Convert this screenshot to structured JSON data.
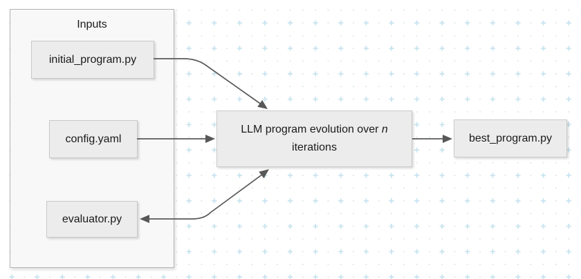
{
  "diagram": {
    "inputs": {
      "label": "Inputs",
      "items": [
        {
          "label": "initial_program.py"
        },
        {
          "label": "config.yaml"
        },
        {
          "label": "evaluator.py"
        }
      ]
    },
    "process": {
      "label_prefix": "LLM program evolution over ",
      "label_var": "n",
      "label_suffix": " iterations"
    },
    "output": {
      "label": "best_program.py"
    },
    "connections": [
      {
        "from": "initial_program.py",
        "to": "LLM program evolution over n iterations",
        "direction": "one-way"
      },
      {
        "from": "config.yaml",
        "to": "LLM program evolution over n iterations",
        "direction": "one-way"
      },
      {
        "from": "evaluator.py",
        "to": "LLM program evolution over n iterations",
        "direction": "two-way"
      },
      {
        "from": "LLM program evolution over n iterations",
        "to": "best_program.py",
        "direction": "one-way"
      }
    ]
  },
  "colors": {
    "background": "#ffffff",
    "pattern_plus": "#c9e4ef",
    "pattern_dot": "#d6e8f1",
    "group_fill": "#f8f8f8",
    "group_border": "#b3b3b3",
    "node_fill": "#ececec",
    "node_border": "#c9c9c9",
    "arrow": "#585858",
    "text": "#1a1a1a"
  }
}
